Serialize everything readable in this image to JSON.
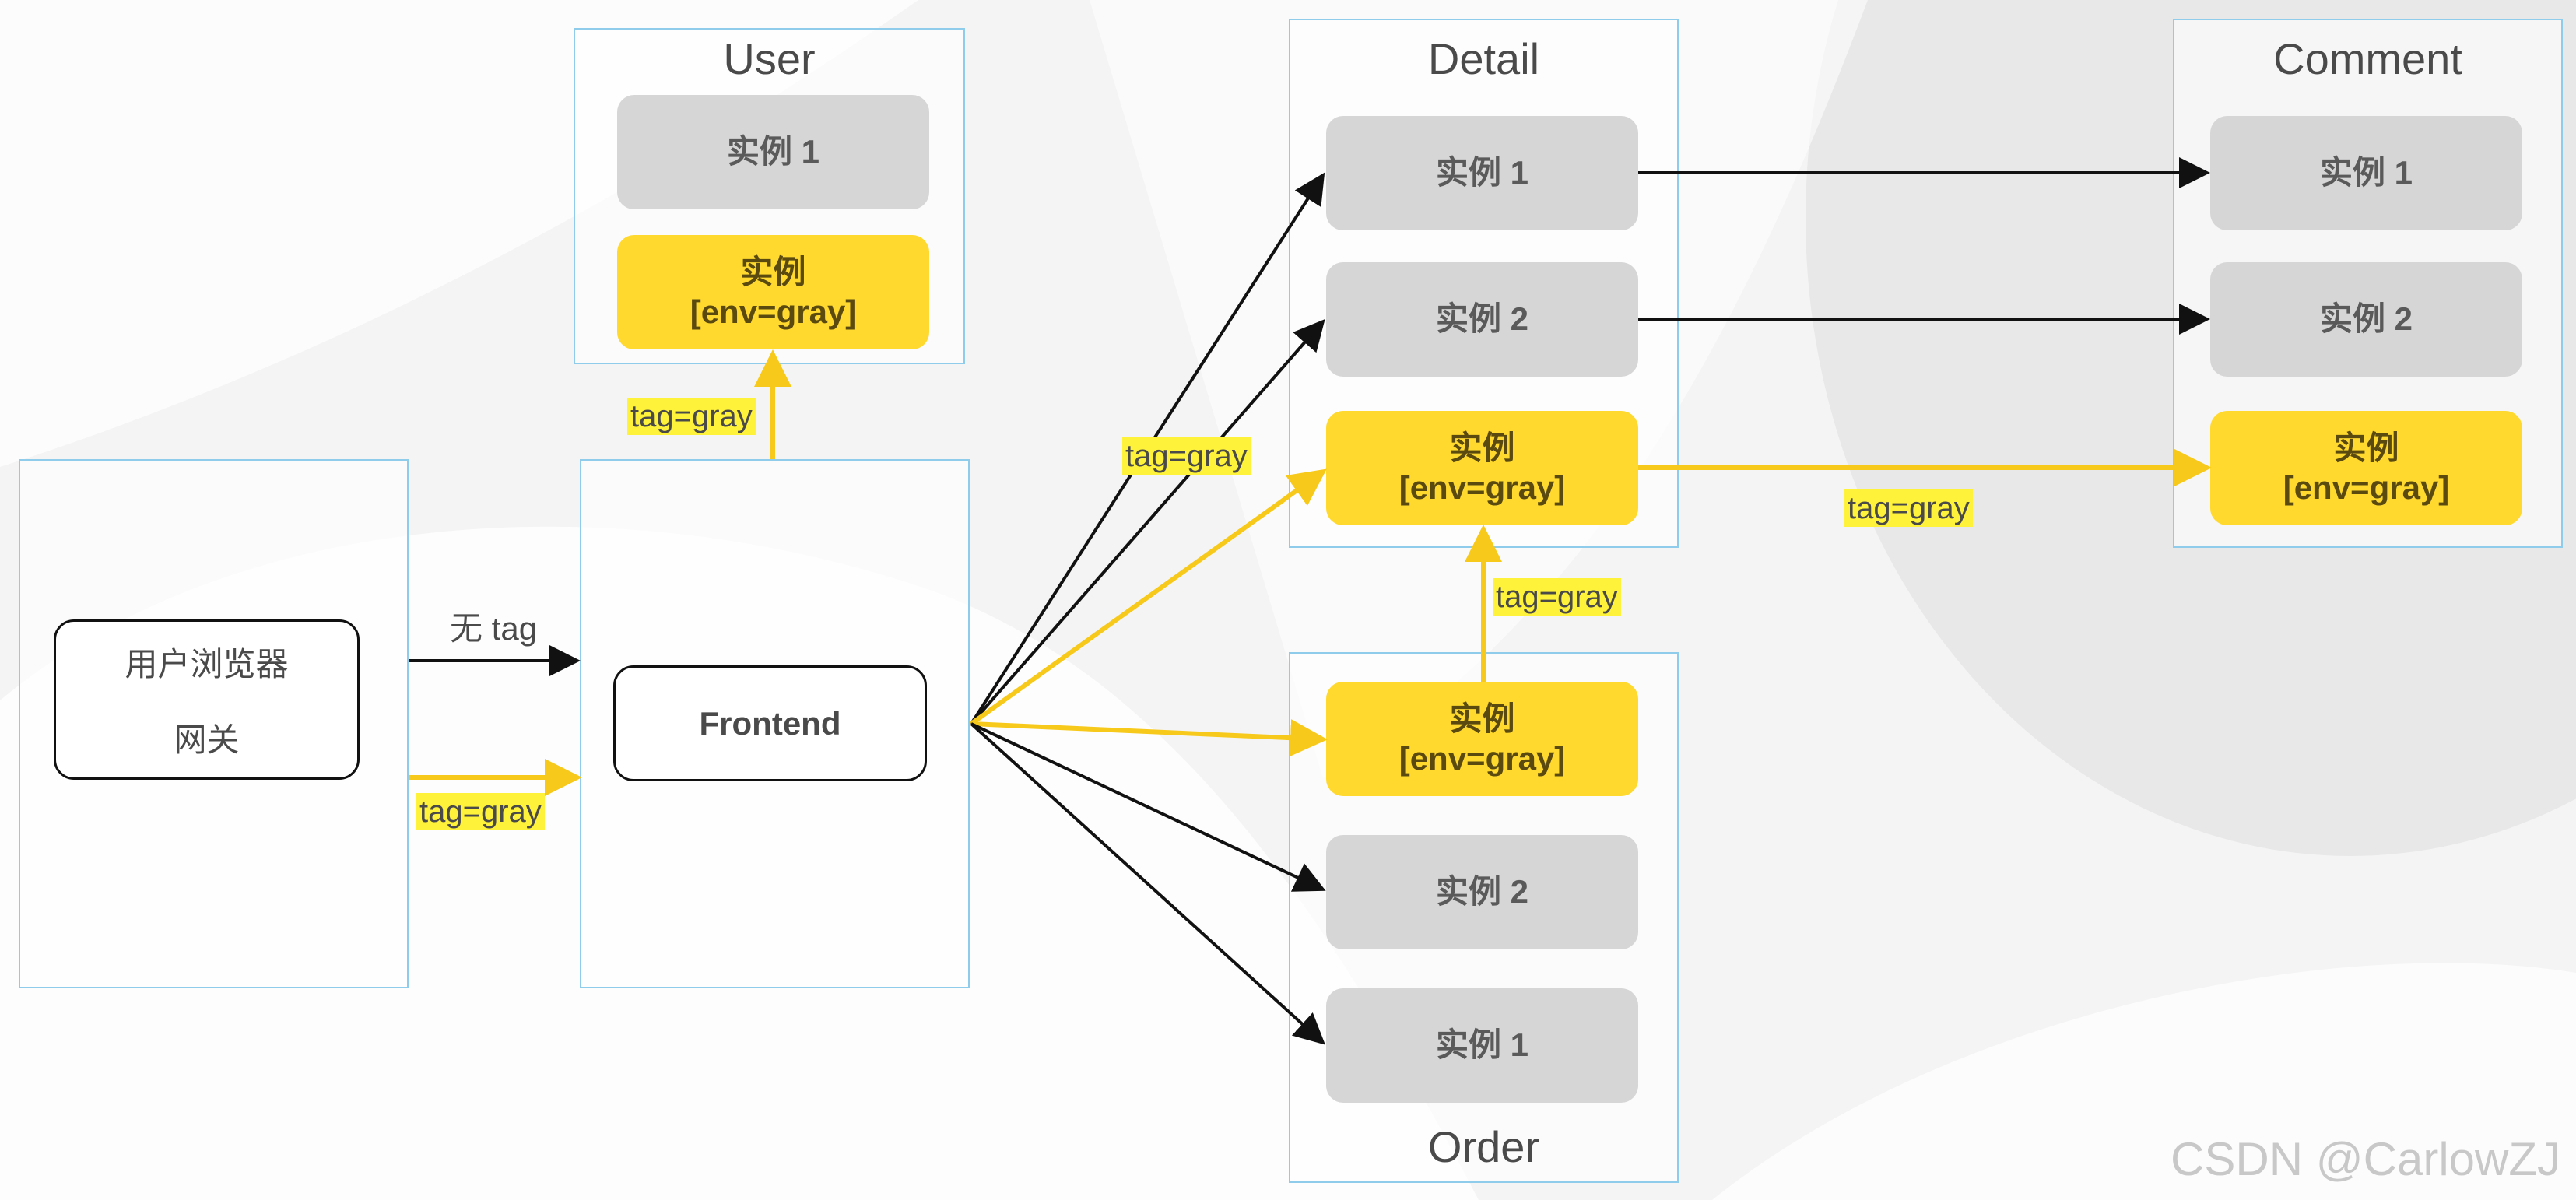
{
  "services": {
    "user": {
      "title": "User",
      "instance_1": "实例 1",
      "gray_instance": [
        "实例",
        "[env=gray]"
      ]
    },
    "detail": {
      "title": "Detail",
      "instance_1": "实例 1",
      "instance_2": "实例 2",
      "gray_instance": [
        "实例",
        "[env=gray]"
      ]
    },
    "comment": {
      "title": "Comment",
      "instance_1": "实例 1",
      "instance_2": "实例 2",
      "gray_instance": [
        "实例",
        "[env=gray]"
      ]
    },
    "order": {
      "title": "Order",
      "gray_instance": [
        "实例",
        "[env=gray]"
      ],
      "instance_2": "实例 2",
      "instance_1": "实例 1"
    }
  },
  "entry": {
    "lines": [
      "用户浏览器",
      "网关"
    ]
  },
  "frontend": {
    "label": "Frontend"
  },
  "labels": {
    "no_tag": "无 tag",
    "tag_gateway": "tag=gray",
    "tag_user": "tag=gray",
    "tag_detail": "tag=gray",
    "tag_comment": "tag=gray",
    "tag_order": "tag=gray"
  },
  "watermark": "CSDN @CarlowZJ",
  "colors": {
    "gray_route": "#ffd92e",
    "normal_route": "#111111",
    "group_border": "#8fcbea"
  }
}
